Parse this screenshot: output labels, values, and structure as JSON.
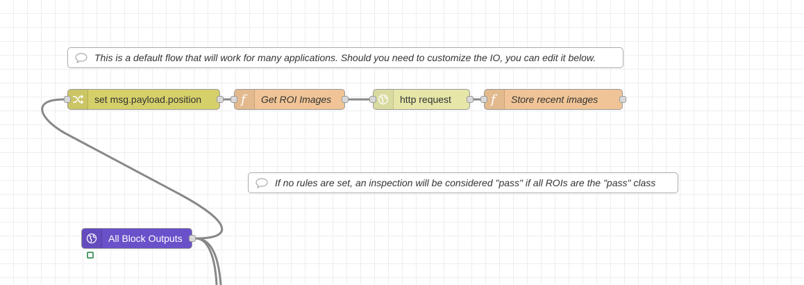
{
  "comments": [
    {
      "text": "This is a default flow that will work for many applications. Should you need to customize the IO, you can edit it below."
    },
    {
      "text": "If no rules are set, an inspection will be considered \"pass\" if all ROIs are the \"pass\" class"
    }
  ],
  "nodes": {
    "change": {
      "label": "set msg.payload.position",
      "icon": "shuffle-icon",
      "color": "#d6d06a"
    },
    "get_roi": {
      "label": "Get ROI Images",
      "icon": "function-icon",
      "color": "#f0c496"
    },
    "http": {
      "label": "http request",
      "icon": "globe-icon",
      "color": "#e5e6a8"
    },
    "store": {
      "label": "Store recent images",
      "icon": "function-icon",
      "color": "#f0c496"
    },
    "all_block": {
      "label": "All Block Outputs",
      "icon": "globe-icon",
      "color": "#6a50c9"
    }
  }
}
